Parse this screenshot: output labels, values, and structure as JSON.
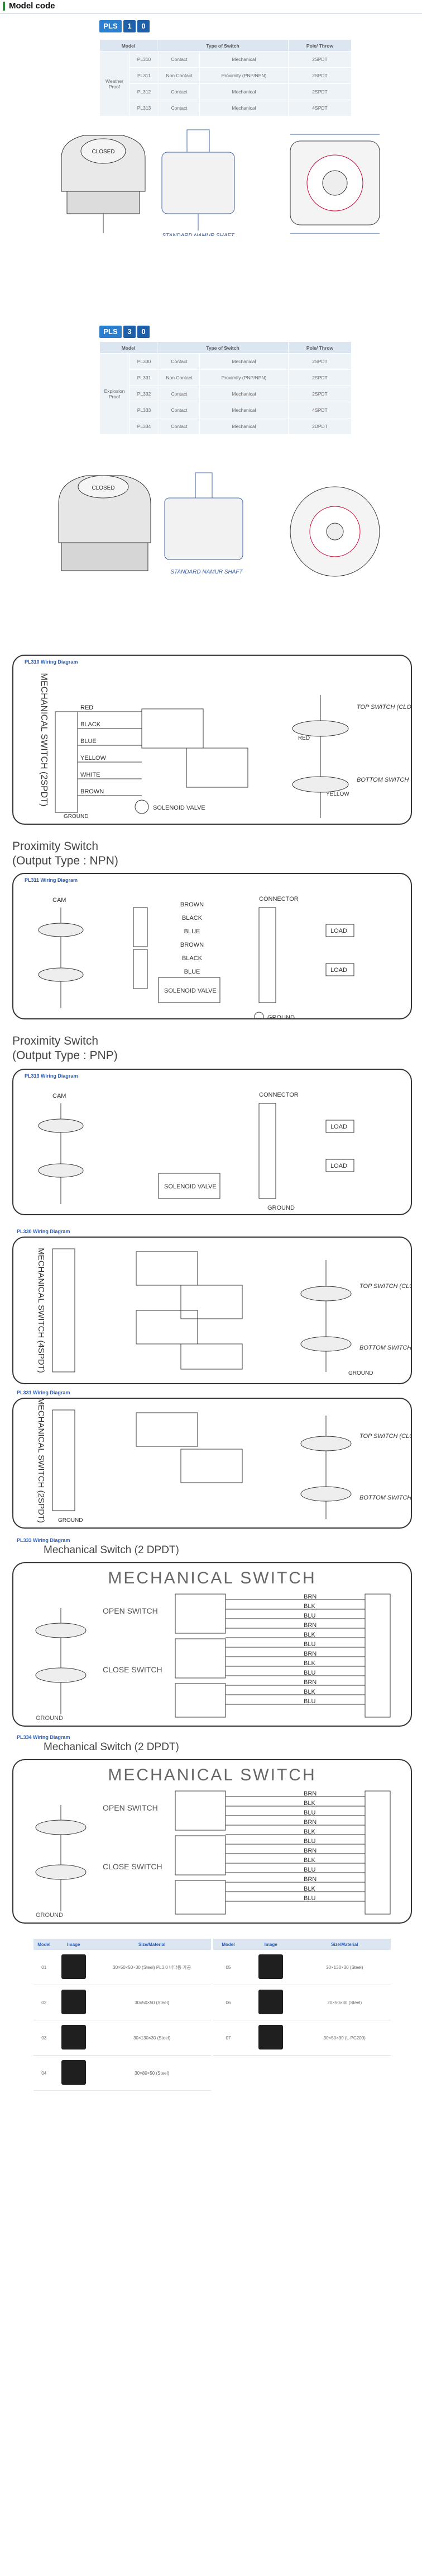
{
  "header": {
    "title": "Model code"
  },
  "group1": {
    "code": [
      "PLS",
      "1",
      "0"
    ],
    "columns": [
      "Model",
      "Type of Switch",
      "Pole/ Throw"
    ],
    "category": "Weather Proof",
    "rows": [
      {
        "model": "PL310",
        "contact": "Contact",
        "type": "Mechanical",
        "pole": "2SPDT"
      },
      {
        "model": "PL311",
        "contact": "Non Contact",
        "type": "Proximity (PNP/NPN)",
        "pole": "2SPDT"
      },
      {
        "model": "PL312",
        "contact": "Contact",
        "type": "Mechanical",
        "pole": "2SPDT"
      },
      {
        "model": "PL313",
        "contact": "Contact",
        "type": "Mechanical",
        "pole": "4SPDT"
      }
    ]
  },
  "group2": {
    "code": [
      "PLS",
      "3",
      "0"
    ],
    "columns": [
      "Model",
      "Type of Switch",
      "Pole/ Throw"
    ],
    "category": "Explosion Proof",
    "rows": [
      {
        "model": "PL330",
        "contact": "Contact",
        "type": "Mechanical",
        "pole": "2SPDT"
      },
      {
        "model": "PL331",
        "contact": "Non Contact",
        "type": "Proximity (PNP/NPN)",
        "pole": "2SPDT"
      },
      {
        "model": "PL332",
        "contact": "Contact",
        "type": "Mechanical",
        "pole": "2SPDT"
      },
      {
        "model": "PL333",
        "contact": "Contact",
        "type": "Mechanical",
        "pole": "4SPDT"
      },
      {
        "model": "PL334",
        "contact": "Contact",
        "type": "Mechanical",
        "pole": "2DPDT"
      }
    ]
  },
  "drawing": {
    "closed": "CLOSED",
    "namur": "STANDARD NAMUR SHAFT"
  },
  "wiring": {
    "pl310_title": "PL310 Wiring Diagram",
    "pl311_title": "PL311 Wiring Diagram",
    "pl313_title": "PL313 Wiring Diagram",
    "pl330_title": "PL330 Wiring Diagram",
    "pl331_title": "PL331 Wiring Diagram",
    "pl333_title": "PL333 Wiring Diagram",
    "pl334_title": "PL334 Wiring Diagram",
    "npn_heading_1": "Proximity Switch",
    "npn_heading_2": "(Output Type : NPN)",
    "pnp_heading_1": "Proximity Switch",
    "pnp_heading_2": "(Output Type : PNP)",
    "mech_2dpdt_heading": "Mechanical Switch (2 DPDT)",
    "mech_banner": "MECHANICAL SWITCH",
    "mech_2spdt_side": "MECHANICAL SWITCH (2SPDT)",
    "mech_4spdt_side": "MECHANICAL SWITCH (4SPDT)",
    "top_switch": "TOP SWITCH (CLOSE)",
    "bottom_switch": "BOTTOM SWITCH (OPEN)",
    "open_switch": "OPEN SWITCH",
    "close_switch": "CLOSE SWITCH",
    "red": "RED",
    "yellow": "YELLOW",
    "ground": "GROUND",
    "connector": "CONNECTOR",
    "cam": "CAM",
    "load": "LOAD",
    "solenoid_valve": "SOLENOID VALVE",
    "wire_colors": [
      "RED",
      "BLACK",
      "BLUE",
      "YELLOW",
      "WHITE",
      "BROWN"
    ],
    "prox_colors": [
      "BROWN",
      "BLACK",
      "BLUE",
      "BROWN",
      "BLACK",
      "BLUE"
    ],
    "mech_colors": [
      "BRN",
      "BLK",
      "BLU",
      "BRN",
      "BLK",
      "BLU",
      "BRN",
      "BLK",
      "BLU",
      "BRN",
      "BLK",
      "BLU"
    ]
  },
  "accessory": {
    "columns": [
      "Model",
      "Image",
      "Size/Material"
    ],
    "left": [
      {
        "model": "01",
        "size": "30×50×50~30 (Steel) PL3.0 바닥용 가공",
        "mat": ""
      },
      {
        "model": "02",
        "size": "30×50×50 (Steel)",
        "mat": ""
      },
      {
        "model": "03",
        "size": "30×130×30 (Steel)",
        "mat": ""
      },
      {
        "model": "04",
        "size": "30×80×50 (Steel)",
        "mat": ""
      }
    ],
    "right": [
      {
        "model": "05",
        "size": "30×130×30 (Steel)"
      },
      {
        "model": "06",
        "size": "20×50×30 (Steel)"
      },
      {
        "model": "07",
        "size": "30×50×30 (L-PC200)"
      }
    ]
  }
}
